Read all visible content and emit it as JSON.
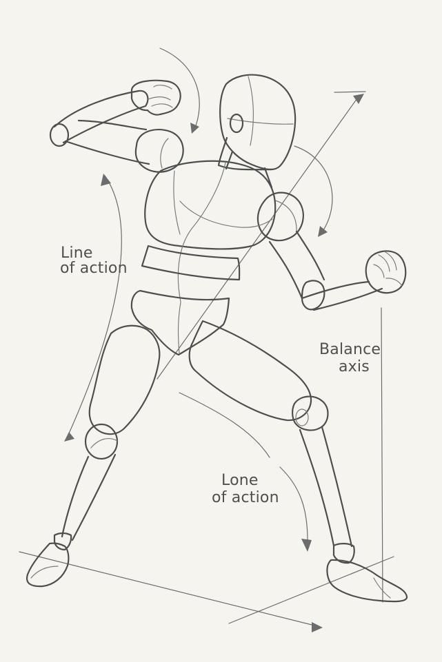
{
  "labels": {
    "line_of_action_top_1": "Line",
    "line_of_action_top_2": "of action",
    "balance_axis_1": "Balance",
    "balance_axis_2": "axis",
    "line_of_action_bottom_1": "Lone",
    "line_of_action_bottom_2": "of action"
  },
  "colors": {
    "paper": "#f5f4ee",
    "ink": "#4e4e4e"
  }
}
